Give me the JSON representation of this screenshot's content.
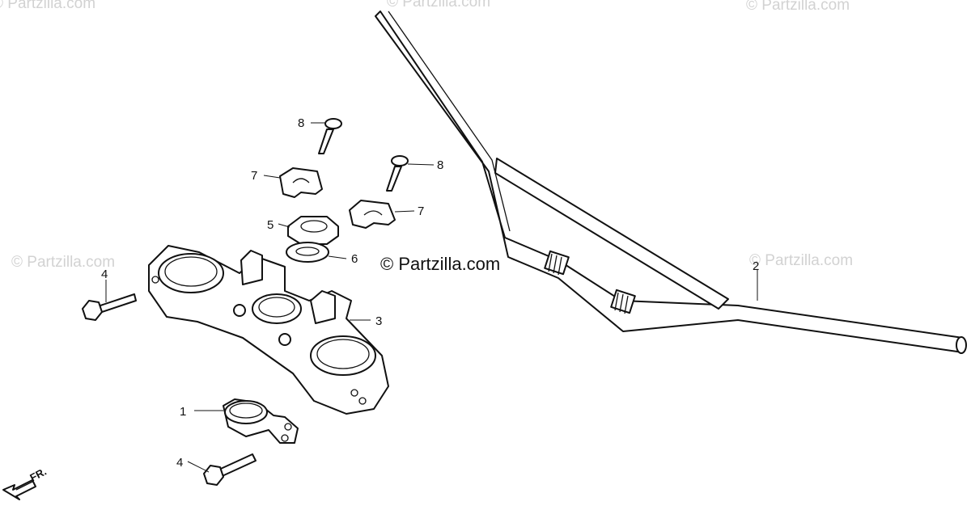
{
  "watermarks": {
    "top_left": "© Partzilla.com",
    "top_center": "© Partzilla.com",
    "top_right": "© Partzilla.com",
    "mid_left": "© Partzilla.com",
    "center": "© Partzilla.com",
    "mid_right": "© Partzilla.com"
  },
  "callouts": {
    "c1": "1",
    "c2": "2",
    "c3": "3",
    "c4a": "4",
    "c4b": "4",
    "c5": "5",
    "c6": "6",
    "c7a": "7",
    "c7b": "7",
    "c8a": "8",
    "c8b": "8"
  },
  "front_label": "FR."
}
